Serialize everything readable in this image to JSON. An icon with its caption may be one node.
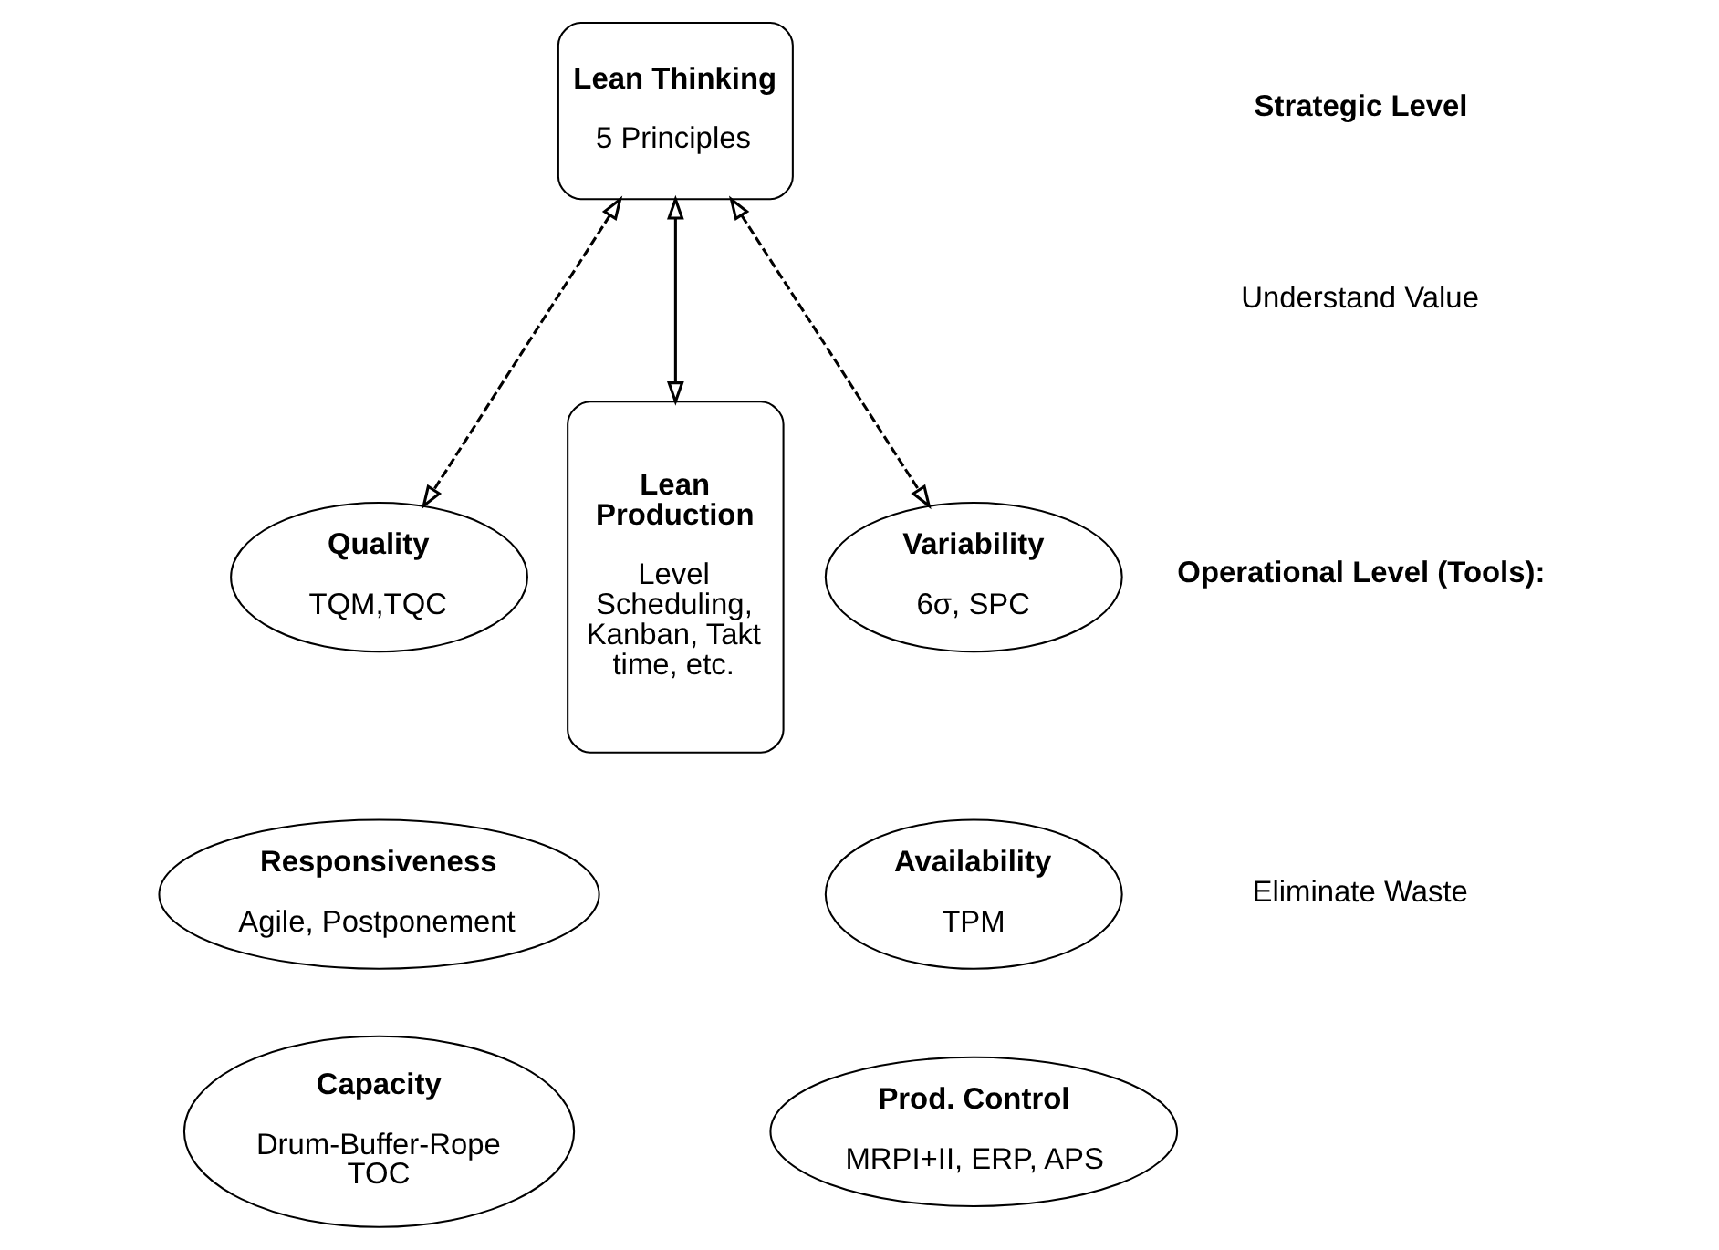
{
  "diagram": {
    "nodes": [
      {
        "text": [
          "Lean Thinking",
          "5 Principles"
        ]
      },
      {
        "text": [
          "Quality",
          "TQM,TQC"
        ]
      },
      {
        "text": [
          "Responsiveness",
          "Agile, Postponement"
        ]
      },
      {
        "text": [
          "Capacity",
          "Drum-Buffer-Rope TOC"
        ]
      },
      {
        "text": [
          "Lean Production",
          "Level Scheduling, Kanban, Takt time, etc."
        ]
      },
      {
        "text": [
          "Variability",
          "6σ, SPC"
        ]
      },
      {
        "text": [
          "Availability",
          "TPM"
        ]
      },
      {
        "text": [
          "Prod. Control",
          "MRPI+II, ERP, APS"
        ]
      }
    ],
    "edges": [
      {
        "from": 0,
        "to": 1,
        "arrow": "both",
        "style": "dashed"
      },
      {
        "from": 0,
        "to": 4,
        "arrow": "both"
      },
      {
        "from": 0,
        "to": 5,
        "arrow": "both",
        "style": "dashed"
      }
    ],
    "labels": [
      "Strategic Level",
      "Understand Value",
      "Operational Level (Tools):",
      "Eliminate Waste"
    ]
  }
}
